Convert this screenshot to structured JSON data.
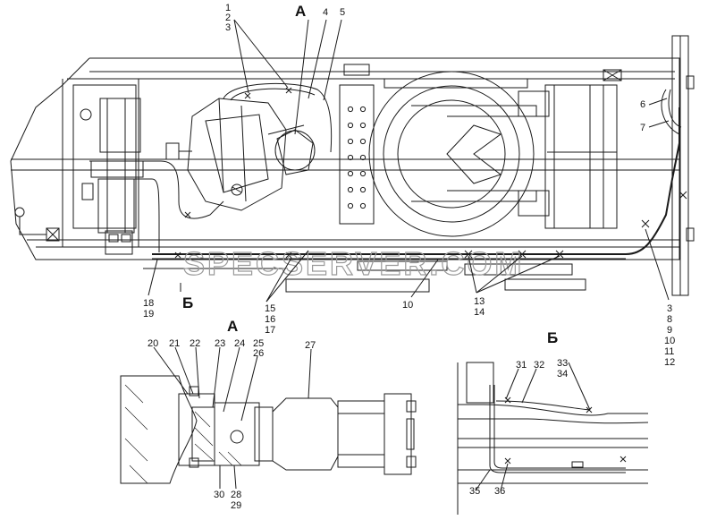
{
  "view_labels": {
    "main_a": "А",
    "main_b": "Б",
    "detail_a": "А",
    "detail_b": "Б"
  },
  "watermark": "SPECSERVER.COM",
  "callouts": {
    "c1": "1",
    "c2": "2",
    "c3": "3",
    "c4": "4",
    "c5": "5",
    "c6": "6",
    "c7": "7",
    "c3b": "3",
    "c8": "8",
    "c9": "9",
    "c10": "10",
    "c11": "11",
    "c12": "12",
    "c10b": "10",
    "c13": "13",
    "c14": "14",
    "c15": "15",
    "c16": "16",
    "c17": "17",
    "c18": "18",
    "c19": "19",
    "c20": "20",
    "c21": "21",
    "c22": "22",
    "c23": "23",
    "c24": "24",
    "c25": "25",
    "c26": "26",
    "c27": "27",
    "c28": "28",
    "c29": "29",
    "c30": "30",
    "c31": "31",
    "c32": "32",
    "c33": "33",
    "c34": "34",
    "c35": "35",
    "c36": "36"
  }
}
